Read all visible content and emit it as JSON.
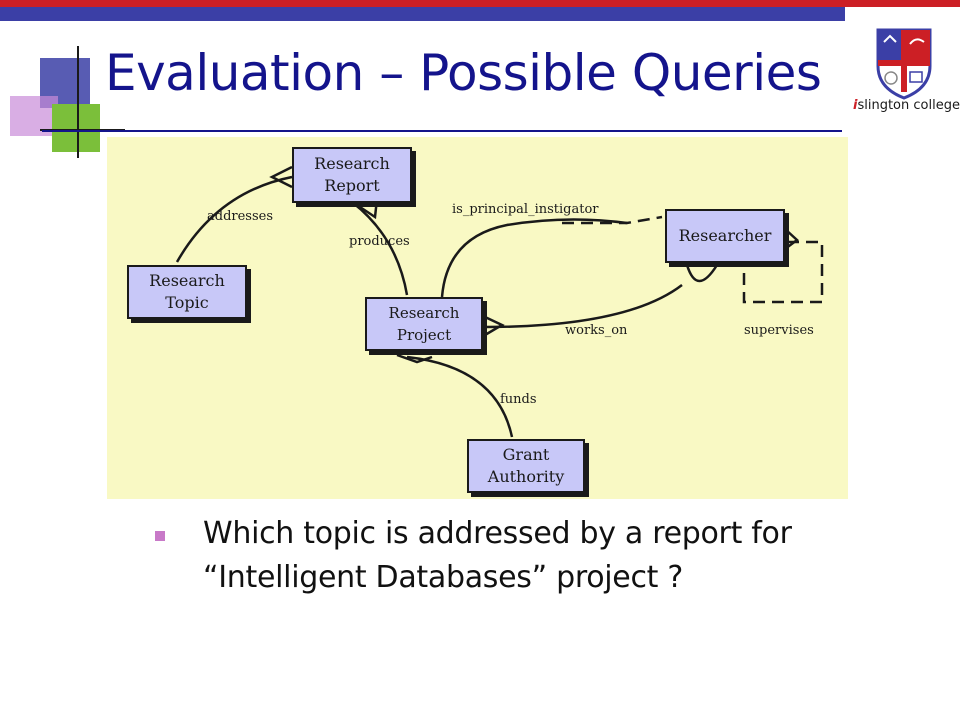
{
  "slide": {
    "title": "Evaluation – Possible Queries"
  },
  "logo": {
    "prefix": "i",
    "rest": "slington college"
  },
  "diagram": {
    "entities": {
      "research_report": [
        "Research",
        "Report"
      ],
      "research_topic": [
        "Research",
        "Topic"
      ],
      "research_project": [
        "Research",
        "Project"
      ],
      "researcher": [
        "Researcher"
      ],
      "grant_authority": [
        "Grant",
        "Authority"
      ]
    },
    "relationships": {
      "addresses": "addresses",
      "produces": "produces",
      "is_principal_instigator": "is_principal_instigator",
      "works_on": "works_on",
      "supervises": "supervises",
      "funds": "funds"
    }
  },
  "bullet": {
    "line1": "Which topic is addressed by a report for",
    "line2": "“Intelligent Databases” project ?"
  },
  "colors": {
    "title": "#14148c",
    "top_bar_red": "#cc1f25",
    "top_bar_navy": "#3b3fa6",
    "entity_fill": "#c8c8f8",
    "diagram_bg": "#f9f9c4",
    "bullet": "#c879c8"
  }
}
